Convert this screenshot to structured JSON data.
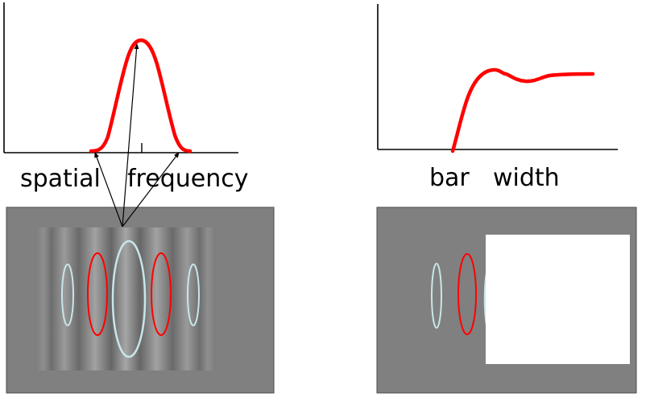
{
  "left_panel": {
    "label_word_1": "spatial",
    "label_word_2": "frequency",
    "curve_color": "#ff0000",
    "axis_color": "#000000"
  },
  "right_panel": {
    "label_word_1": "bar",
    "label_word_2": "width",
    "curve_color": "#ff0000"
  },
  "stimulus": {
    "background_color": "#808080",
    "excitatory_color": "#ff0000",
    "inhibitory_color": "#c8e6ea",
    "occluder_color": "#ffffff"
  }
}
